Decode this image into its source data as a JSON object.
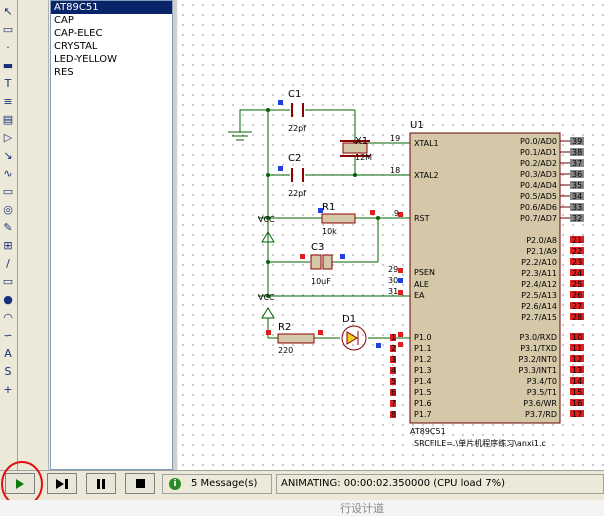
{
  "devices": [
    "AT89C51",
    "CAP",
    "CAP-ELEC",
    "CRYSTAL",
    "LED-YELLOW",
    "RES"
  ],
  "toolbar_icons": [
    "pointer-icon",
    "component-icon",
    "junction-icon",
    "label-icon",
    "text-icon",
    "bus-icon",
    "subcircuit-icon",
    "terminal-icon",
    "pin-icon",
    "graph-icon",
    "tape-icon",
    "generator-icon",
    "probe-icon",
    "instrument-icon",
    "line-icon",
    "box-icon",
    "circle-icon",
    "arc-icon",
    "path-icon",
    "text-tool-icon",
    "symbol-icon",
    "marker-icon"
  ],
  "schematic": {
    "chip_ref": "U1",
    "chip_name": "AT89C51",
    "src": "SRCFILE=.\\单片机程序练习\\anxi1.c",
    "c1": "C1",
    "c1_val": "22pf",
    "c2": "C2",
    "c2_val": "22pf",
    "x1": "X1",
    "x1_val": "12M",
    "r1": "R1",
    "r1_val": "10k",
    "c3": "C3",
    "c3_val": "10uF",
    "r2": "R2",
    "r2_val": "220",
    "d1": "D1",
    "vcc": "VCC",
    "pin19": "19",
    "pin18": "18",
    "pin9": "9",
    "pin29": "29",
    "pin30": "30",
    "pin31": "31",
    "xtal1": "XTAL1",
    "xtal2": "XTAL2",
    "rst": "RST",
    "psen": "PSEN",
    "ale": "ALE",
    "ea": "EA",
    "p0": [
      "P0.0/AD0",
      "P0.1/AD1",
      "P0.2/AD2",
      "P0.3/AD3",
      "P0.4/AD4",
      "P0.5/AD5",
      "P0.6/AD6",
      "P0.7/AD7"
    ],
    "p0n": [
      "39",
      "38",
      "37",
      "36",
      "35",
      "34",
      "33",
      "32"
    ],
    "p2": [
      "P2.0/A8",
      "P2.1/A9",
      "P2.2/A10",
      "P2.3/A11",
      "P2.4/A12",
      "P2.5/A13",
      "P2.6/A14",
      "P2.7/A15"
    ],
    "p2n": [
      "21",
      "22",
      "23",
      "24",
      "25",
      "26",
      "27",
      "28"
    ],
    "p1": [
      "P1.0",
      "P1.1",
      "P1.2",
      "P1.3",
      "P1.4",
      "P1.5",
      "P1.6",
      "P1.7"
    ],
    "p1n": [
      "1",
      "2",
      "3",
      "4",
      "5",
      "6",
      "7",
      "8"
    ],
    "p3": [
      "P3.0/RXD",
      "P3.1/TXD",
      "P3.2/INT0",
      "P3.3/INT1",
      "P3.4/T0",
      "P3.5/T1",
      "P3.6/WR",
      "P3.7/RD"
    ],
    "p3n": [
      "10",
      "11",
      "12",
      "13",
      "14",
      "15",
      "16",
      "17"
    ]
  },
  "status": {
    "messages": "5 Message(s)",
    "animating": "ANIMATING: 00:00:02.350000 (CPU load 7%)"
  },
  "bottom_text": "行设计道",
  "colors": {
    "wire": "#006400",
    "chip": "#d4c8a8",
    "pin_red": "#e02020",
    "pin_blue": "#2040e0",
    "led": "#f0d020"
  }
}
